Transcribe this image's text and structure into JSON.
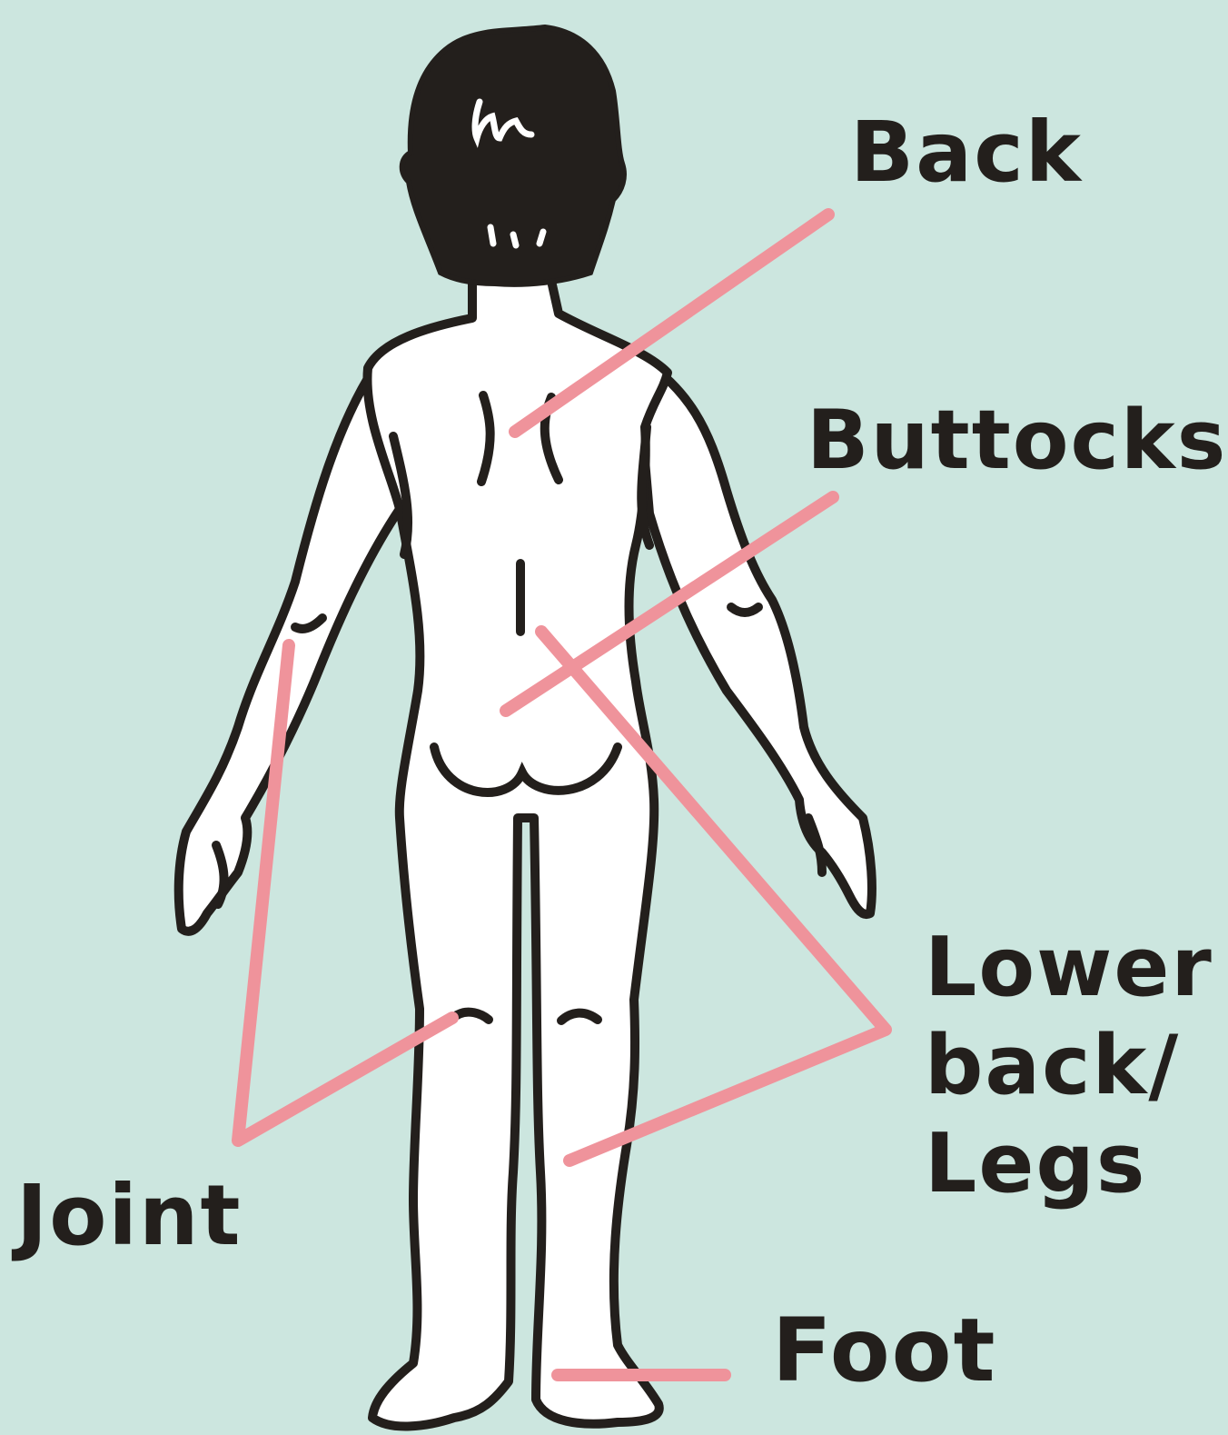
{
  "labels": {
    "back": "Back",
    "buttocks": "Buttocks",
    "lower_back_legs": [
      "Lower",
      "back/",
      "Legs"
    ],
    "joint": "Joint",
    "foot": "Foot"
  },
  "colors": {
    "background": "#cce6df",
    "outline": "#231f1c",
    "body_fill": "#ffffff",
    "hair": "#231f1c",
    "pointer_lines": "#ef939b"
  }
}
